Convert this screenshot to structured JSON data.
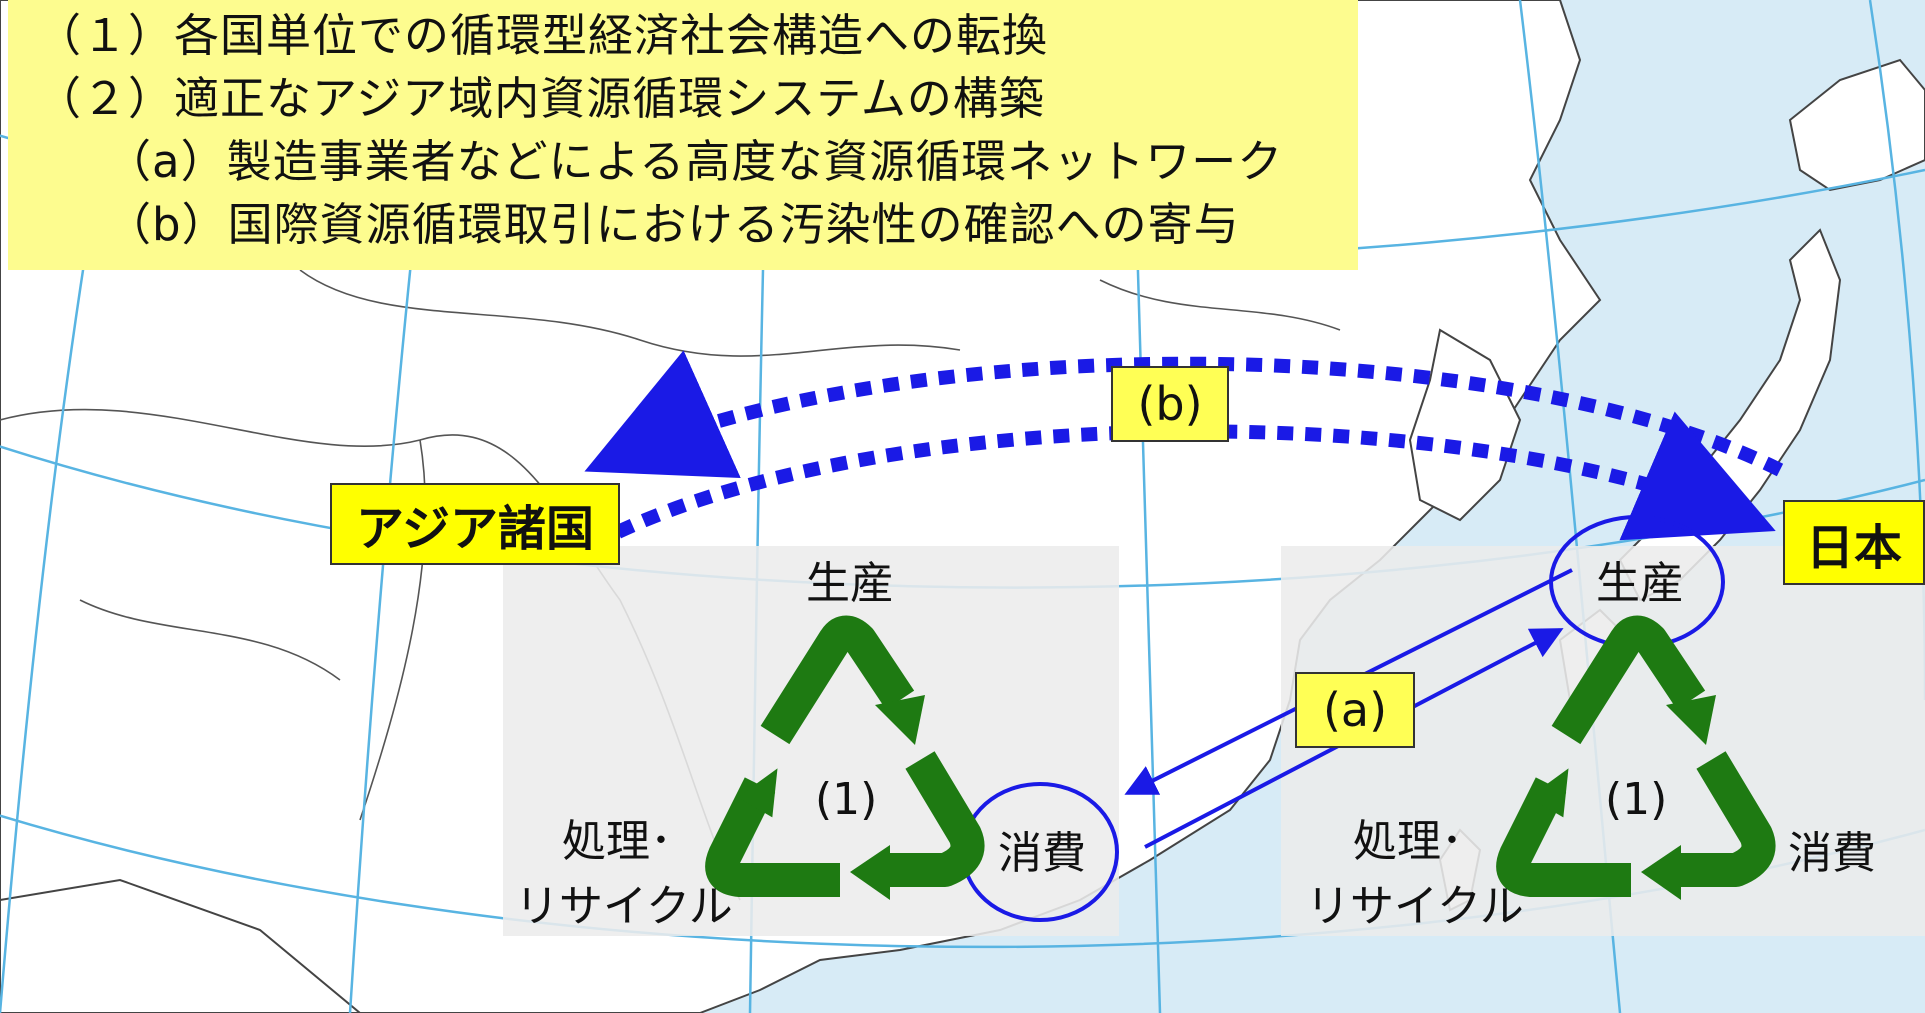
{
  "legend": {
    "line1": "（１）各国単位での循環型経済社会構造への転換",
    "line2": "（２）適正なアジア域内資源循環システムの構築",
    "line3": "（a）製造事業者などによる高度な資源循環ネットワーク",
    "line4": "（b）国際資源循環取引における汚染性の確認への寄与"
  },
  "labels": {
    "asia": "アジア諸国",
    "japan": "日本",
    "b_tag": "(b)",
    "a_tag": "(a)"
  },
  "asia_cycle": {
    "production": "生産",
    "consumption": "消費",
    "treatment_line1": "処理･",
    "treatment_line2": "リサイクル",
    "number": "(1)"
  },
  "japan_cycle": {
    "production": "生産",
    "consumption": "消費",
    "treatment_line1": "処理･",
    "treatment_line2": "リサイクル",
    "number": "(1)"
  },
  "colors": {
    "sea": "#d7ebf6",
    "land": "#ffffff",
    "grid": "#58b4e2",
    "legend_bg": "#fdfc8f",
    "label_bg": "#ffff00",
    "cycle_green": "#1e7a12",
    "link_blue": "#1a1ae6"
  }
}
